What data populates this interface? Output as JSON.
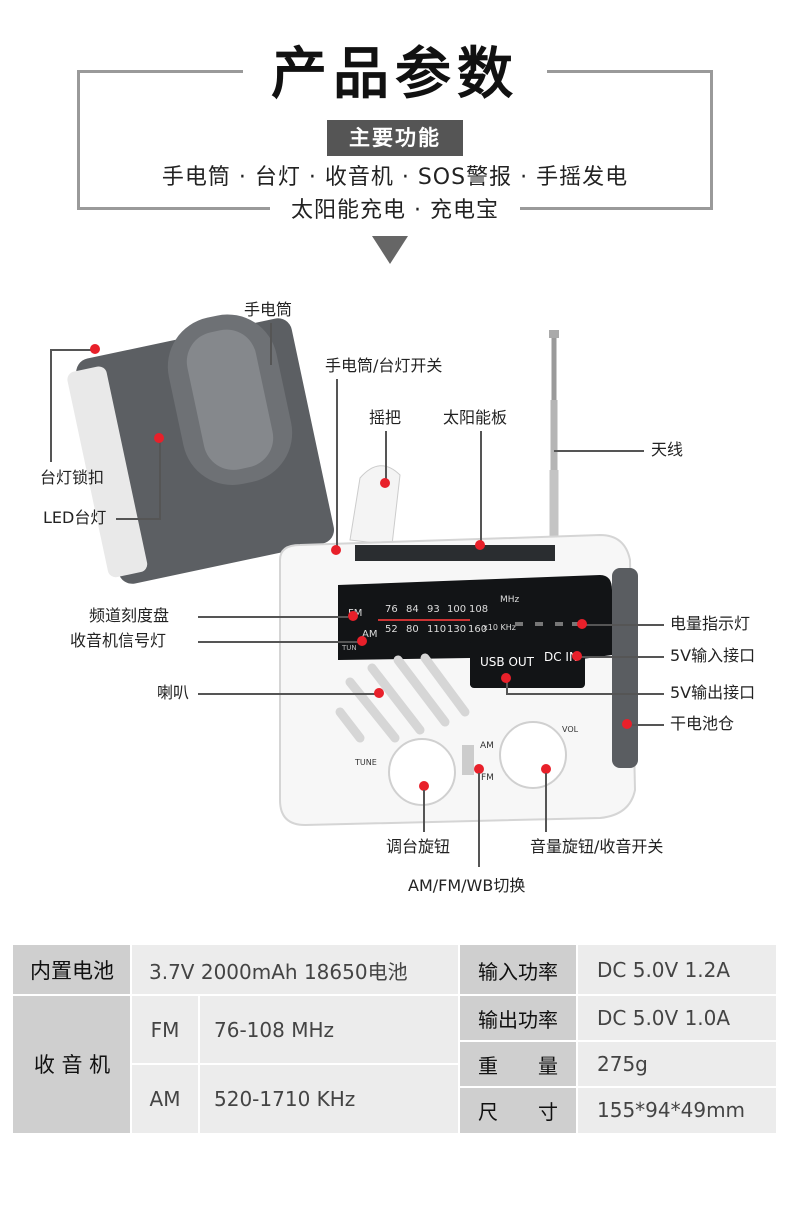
{
  "header": {
    "title": "产品参数",
    "badge": "主要功能",
    "functions_line1": "手电筒 · 台灯 · 收音机 · SOS警报 · 手摇发电",
    "functions_line2": "太阳能充电 · 充电宝"
  },
  "callouts": {
    "flashlight": "手电筒",
    "lamp_switch": "手电筒/台灯开关",
    "crank": "摇把",
    "solar_panel": "太阳能板",
    "antenna": "天线",
    "lamp_lock": "台灯锁扣",
    "led_lamp": "LED台灯",
    "dial": "频道刻度盘",
    "signal_light": "收音机信号灯",
    "battery_indicator": "电量指示灯",
    "input_port": "5V输入接口",
    "speaker": "喇叭",
    "output_port": "5V输出接口",
    "battery_compartment": "干电池仓",
    "tuning_knob": "调台旋钮",
    "volume_knob": "音量旋钮/收音开关",
    "band_switch": "AM/FM/WB切换"
  },
  "device": {
    "fm": "FM",
    "am": "AM",
    "tun": "TUN",
    "fm_scale": [
      "76",
      "84",
      "93",
      "100",
      "108"
    ],
    "am_scale": [
      "52",
      "80",
      "110",
      "130",
      "160"
    ],
    "mhz": "MHz",
    "khz": "x10 KHz",
    "usb_out": "USB OUT",
    "dc_in": "DC IN",
    "tune": "TUNE",
    "vol": "VOL",
    "switch_am": "AM",
    "switch_fm": "FM"
  },
  "specs": {
    "battery_label": "内置电池",
    "battery_value": "3.7V 2000mAh 18650电池",
    "radio_label": "收 音 机",
    "fm_label": "FM",
    "fm_value": "76-108 MHz",
    "am_label": "AM",
    "am_value": "520-1710 KHz",
    "input_power_label": "输入功率",
    "input_power_value": "DC 5.0V 1.2A",
    "output_power_label": "输出功率",
    "output_power_value": "DC 5.0V  1.0A",
    "weight_label": "重　　量",
    "weight_value": "275g",
    "size_label": "尺　　寸",
    "size_value": "155*94*49mm"
  },
  "colors": {
    "accent_red": "#e8202a",
    "header_gray": "#cfcfcf",
    "value_gray": "#ececec",
    "badge_bg": "#555555"
  }
}
